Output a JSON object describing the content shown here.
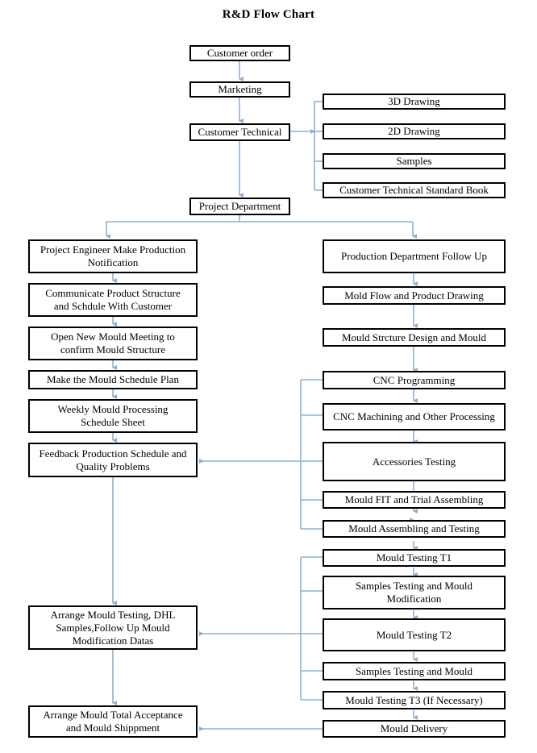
{
  "title": "R&D Flow Chart",
  "colors": {
    "connector": "#8FAFD0",
    "box_border": "#000000",
    "box_fill": "#FFFFFF",
    "text": "#000000",
    "background": "#FFFFFF"
  },
  "flow": {
    "main_spine": [
      {
        "id": "customer-order",
        "label": "Customer order"
      },
      {
        "id": "marketing",
        "label": "Marketing"
      },
      {
        "id": "customer-technical",
        "label": "Customer Technical"
      },
      {
        "id": "project-department",
        "label": "Project Department"
      }
    ],
    "customer_technical_outputs": [
      {
        "id": "3d-drawing",
        "label": "3D Drawing"
      },
      {
        "id": "2d-drawing",
        "label": "2D Drawing"
      },
      {
        "id": "samples",
        "label": "Samples"
      },
      {
        "id": "customer-technical-standard-book",
        "label": "Customer Technical Standard Book"
      }
    ],
    "left_column": [
      {
        "id": "project-engineer-notification",
        "label": "Project Engineer Make Production\nNotification"
      },
      {
        "id": "communicate-product-structure",
        "label": "Communicate Product Structure\nand Schdule With Customer"
      },
      {
        "id": "open-new-mould-meeting",
        "label": "Open New Mould Meeting to\nconfirm Mould Structure"
      },
      {
        "id": "make-mould-schedule-plan",
        "label": "Make the Mould Schedule Plan"
      },
      {
        "id": "weekly-mould-processing-sheet",
        "label": "Weekly Mould  Processing\nSchedule Sheet"
      },
      {
        "id": "feedback-production-schedule",
        "label": "Feedback Production Schedule and\nQuality Problems"
      },
      {
        "id": "arrange-mould-testing-dhl",
        "label": "Arrange Mould Testing, DHL\nSamples,Follow Up Mould\nModification Datas"
      },
      {
        "id": "arrange-mould-total-acceptance",
        "label": "Arrange Mould Total Acceptance\nand Mould Shippment"
      }
    ],
    "right_column": [
      {
        "id": "production-department-follow-up",
        "label": "Production Department Follow Up"
      },
      {
        "id": "mold-flow-product-drawing",
        "label": "Mold Flow and Product Drawing"
      },
      {
        "id": "mould-structure-design",
        "label": "Mould Strcture Design and Mould"
      },
      {
        "id": "cnc-programming",
        "label": "CNC Programming"
      },
      {
        "id": "cnc-machining",
        "label": "CNC Machining and Other Processing"
      },
      {
        "id": "accessories-testing",
        "label": "Accessories Testing"
      },
      {
        "id": "mould-fit-trial-assembling",
        "label": "Mould FIT and Trial Assembling"
      },
      {
        "id": "mould-assembling-testing",
        "label": "Mould Assembling and Testing"
      },
      {
        "id": "mould-testing-t1",
        "label": "Mould Testing T1"
      },
      {
        "id": "samples-testing-modification",
        "label": "Samples Testing and Mould\nModification"
      },
      {
        "id": "mould-testing-t2",
        "label": "Mould Testing T2"
      },
      {
        "id": "samples-testing-and-mould",
        "label": "Samples Testing and Mould"
      },
      {
        "id": "mould-testing-t3",
        "label": "Mould Testing T3 (If  Necessary)"
      },
      {
        "id": "mould-delivery",
        "label": "Mould Delivery"
      }
    ]
  }
}
